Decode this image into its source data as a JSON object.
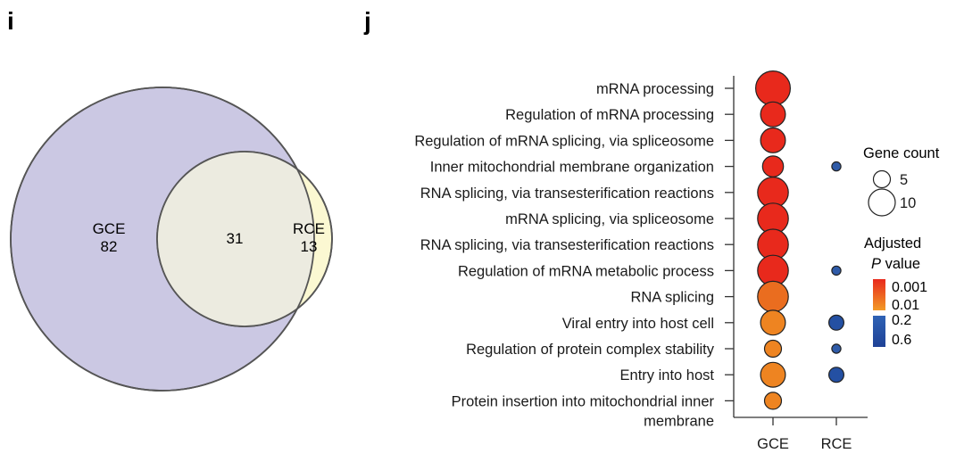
{
  "panels": {
    "i": {
      "label": "i"
    },
    "j": {
      "label": "j"
    }
  },
  "chart_data": [
    {
      "type": "venn",
      "sets": [
        {
          "name": "GCE",
          "count": 82,
          "color": "#cbc8e3"
        },
        {
          "name": "RCE",
          "count": 13,
          "color": "#fbf8d2"
        }
      ],
      "intersection": {
        "count": 31,
        "color": "#ecebe0"
      }
    },
    {
      "type": "scatter",
      "subtype": "dot-plot",
      "x_categories": [
        "GCE",
        "RCE"
      ],
      "y_categories": [
        "mRNA processing",
        "Regulation of mRNA processing",
        "Regulation of mRNA splicing, via spliceosome",
        "Inner mitochondrial membrane organization",
        "RNA splicing, via transesterification reactions",
        "mRNA splicing, via spliceosome",
        "RNA splicing, via transesterification reactions",
        "Regulation of mRNA metabolic process",
        "RNA splicing",
        "Viral entry into host cell",
        "Regulation of protein complex stability",
        "Entry into host",
        "Protein insertion into mitochondrial inner membrane"
      ],
      "y_label_lines": [
        [
          "mRNA processing"
        ],
        [
          "Regulation of mRNA processing"
        ],
        [
          "Regulation of mRNA splicing, via spliceosome"
        ],
        [
          "Inner mitochondrial membrane organization"
        ],
        [
          "RNA splicing, via transesterification reactions"
        ],
        [
          "mRNA splicing, via spliceosome"
        ],
        [
          "RNA splicing, via transesterification reactions"
        ],
        [
          "Regulation of mRNA metabolic process"
        ],
        [
          "RNA splicing"
        ],
        [
          "Viral entry into host cell"
        ],
        [
          "Regulation of protein complex stability"
        ],
        [
          "Entry into host"
        ],
        [
          "Protein insertion into mitochondrial inner",
          "membrane"
        ]
      ],
      "points": [
        {
          "x": "GCE",
          "term_index": 0,
          "gene_count": 14,
          "color": "#e8291c"
        },
        {
          "x": "GCE",
          "term_index": 1,
          "gene_count": 9,
          "color": "#e8291c"
        },
        {
          "x": "GCE",
          "term_index": 2,
          "gene_count": 9,
          "color": "#e8291c"
        },
        {
          "x": "GCE",
          "term_index": 3,
          "gene_count": 7,
          "color": "#e8291c"
        },
        {
          "x": "GCE",
          "term_index": 4,
          "gene_count": 12,
          "color": "#e8291c"
        },
        {
          "x": "GCE",
          "term_index": 5,
          "gene_count": 12,
          "color": "#e8291c"
        },
        {
          "x": "GCE",
          "term_index": 6,
          "gene_count": 12,
          "color": "#e8291c"
        },
        {
          "x": "GCE",
          "term_index": 7,
          "gene_count": 12,
          "color": "#e8291c"
        },
        {
          "x": "GCE",
          "term_index": 8,
          "gene_count": 12,
          "color": "#ea6d1f"
        },
        {
          "x": "GCE",
          "term_index": 9,
          "gene_count": 9,
          "color": "#ee8421"
        },
        {
          "x": "GCE",
          "term_index": 10,
          "gene_count": 5,
          "color": "#ee8421"
        },
        {
          "x": "GCE",
          "term_index": 11,
          "gene_count": 9,
          "color": "#ee8421"
        },
        {
          "x": "GCE",
          "term_index": 12,
          "gene_count": 5,
          "color": "#ee8421"
        },
        {
          "x": "RCE",
          "term_index": 3,
          "gene_count": 1,
          "color": "#2f5ba8"
        },
        {
          "x": "RCE",
          "term_index": 7,
          "gene_count": 1,
          "color": "#2f5ba8"
        },
        {
          "x": "RCE",
          "term_index": 9,
          "gene_count": 4,
          "color": "#2450a3"
        },
        {
          "x": "RCE",
          "term_index": 10,
          "gene_count": 1,
          "color": "#2f5ba8"
        },
        {
          "x": "RCE",
          "term_index": 11,
          "gene_count": 4,
          "color": "#2450a3"
        }
      ],
      "legend": {
        "size_title": "Gene count",
        "size_entries": [
          {
            "label": "5",
            "value": 5
          },
          {
            "label": "10",
            "value": 10
          }
        ],
        "color_title_line1": "Adjusted",
        "color_title_italic": "P",
        "color_title_rest": " value",
        "color_ticks": [
          "0.001",
          "0.01",
          "0.2",
          "0.6"
        ],
        "gradients": [
          {
            "from": "#e8291c",
            "to": "#f29a26"
          },
          {
            "from": "#2f62b5",
            "to": "#1f4296"
          }
        ]
      }
    }
  ]
}
